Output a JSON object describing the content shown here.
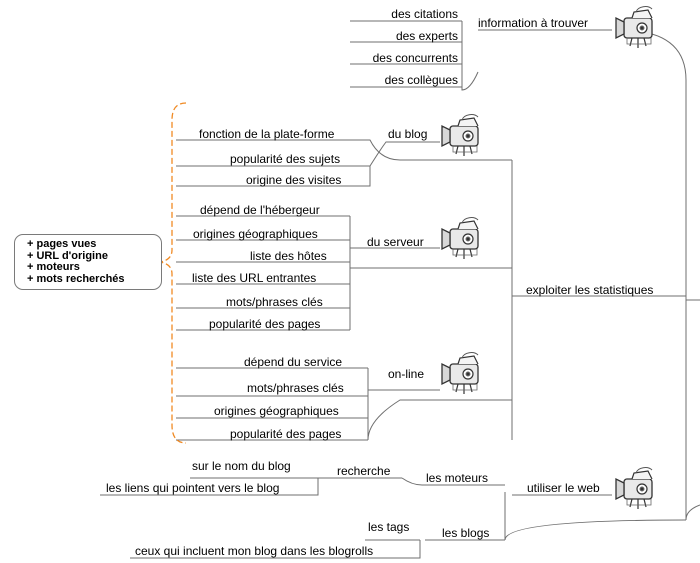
{
  "root": {
    "label": "exploiter les statistiques"
  },
  "web": {
    "label": "utiliser le web"
  },
  "info": {
    "label": "information à trouver",
    "items": [
      "des citations",
      "des experts",
      "des concurrents",
      "des collègues"
    ]
  },
  "blog": {
    "label": "du blog",
    "items": [
      "fonction de la plate-forme",
      "popularité des sujets",
      "origine des visites"
    ]
  },
  "serveur": {
    "label": "du serveur",
    "items": [
      "dépend de l'hébergeur",
      "origines géographiques",
      "liste des hôtes",
      "liste des URL entrantes",
      "mots/phrases clés",
      "popularité des pages"
    ]
  },
  "online": {
    "label": "on-line",
    "items": [
      "dépend du service",
      "mots/phrases clés",
      "origines géographiques",
      "popularité des pages"
    ]
  },
  "note": {
    "items": [
      "+ pages vues",
      "+ URL d'origine",
      "+ moteurs",
      "+ mots recherchés"
    ]
  },
  "moteurs": {
    "label": "les moteurs",
    "recherche": {
      "label": "recherche",
      "items": [
        "sur le nom du blog",
        "les liens qui pointent vers le blog"
      ]
    }
  },
  "blogs": {
    "label": "les blogs",
    "tags": {
      "label": "les tags",
      "items": [
        "ceux qui incluent mon blog dans les blogrolls"
      ]
    }
  },
  "colors": {
    "line": "#6f6f6f",
    "bracket": "#f08a24"
  },
  "icons": [
    "video-camera-icon"
  ]
}
